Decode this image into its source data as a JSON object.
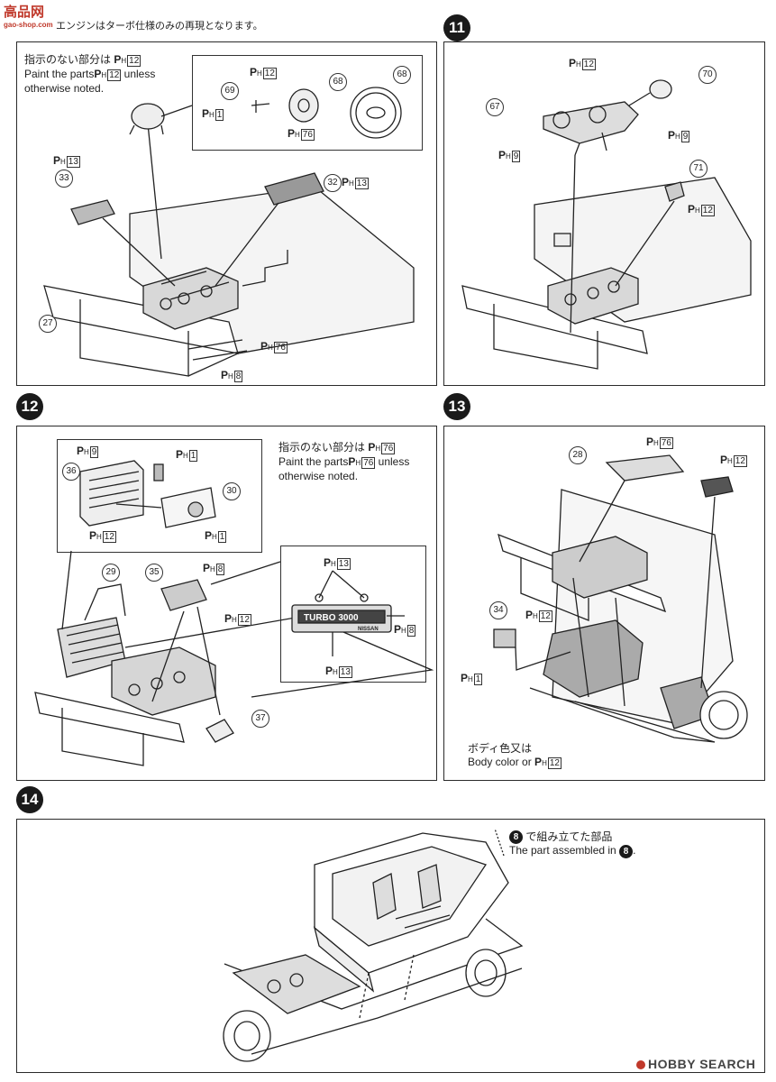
{
  "header": {
    "note": "エンジンはターボ仕様のみの再現となります。",
    "logo_text": "高品网",
    "logo_sub": "gao-shop.com"
  },
  "step10": {
    "note_jp": "指示のない部分は",
    "note_en1": "Paint the parts",
    "note_en2": "unless",
    "note_en3": "otherwise noted.",
    "default_color": "12",
    "parts": [
      "68",
      "68",
      "69",
      "33",
      "32",
      "27"
    ],
    "colors": [
      "12",
      "1",
      "76",
      "13",
      "13",
      "76",
      "8"
    ]
  },
  "step11": {
    "number": "11",
    "parts": [
      "70",
      "67",
      "71"
    ],
    "colors": [
      "12",
      "9",
      "9",
      "12"
    ]
  },
  "step12": {
    "number": "12",
    "note_jp": "指示のない部分は",
    "note_en1": "Paint the parts",
    "note_en2": "unless",
    "note_en3": "otherwise noted.",
    "default_color": "76",
    "parts": [
      "36",
      "30",
      "29",
      "35",
      "37"
    ],
    "colors": [
      "9",
      "1",
      "12",
      "1",
      "8",
      "12",
      "13",
      "8",
      "13"
    ],
    "decal_text": "TURBO 3000",
    "decal_brand": "NISSAN"
  },
  "step13": {
    "number": "13",
    "parts": [
      "28",
      "34"
    ],
    "colors": [
      "76",
      "12",
      "12",
      "1",
      "12"
    ],
    "body_note_jp": "ボディ色又は",
    "body_note_en": "Body color or"
  },
  "step14": {
    "number": "14",
    "note_jp": "で組み立てた部品",
    "note_en": "The part assembled in",
    "ref_step": "8"
  },
  "footer": {
    "brand": "HOBBY SEARCH"
  },
  "paint_prefix": "P",
  "paint_sub": "H"
}
